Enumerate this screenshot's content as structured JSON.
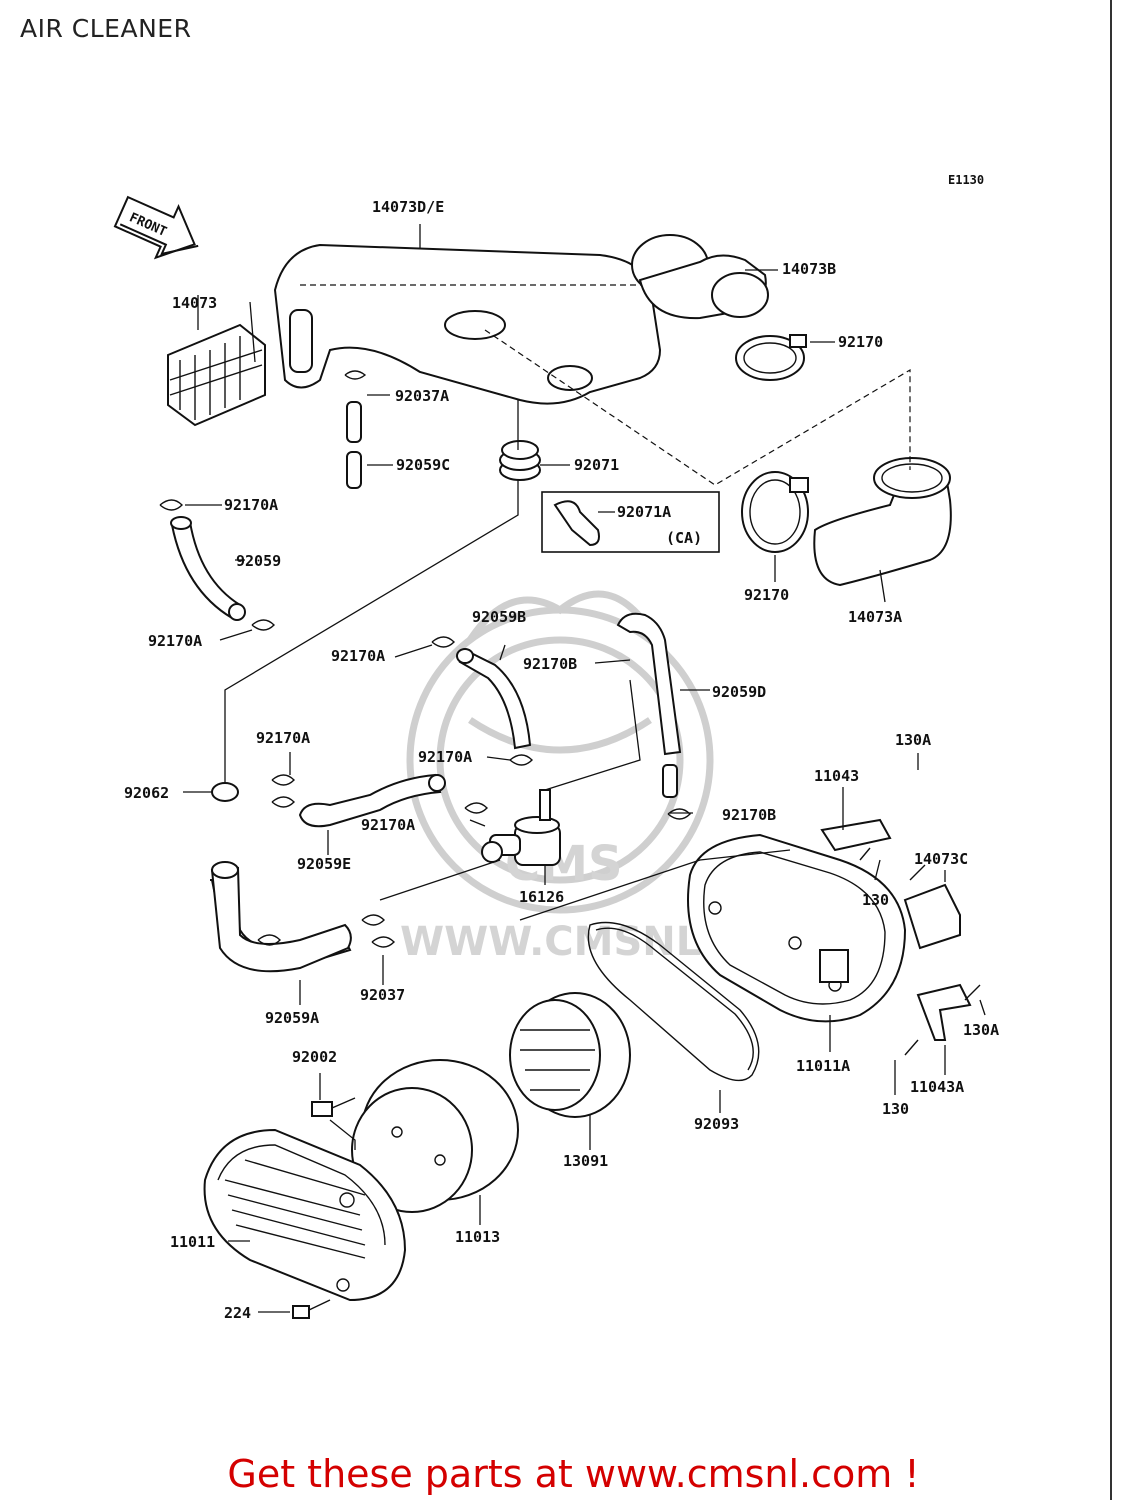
{
  "header": {
    "title": "AIR CLEANER"
  },
  "diagram": {
    "code": "E1130",
    "front_label": "FRONT",
    "watermark": {
      "url": "WWW.CMSNL.COM",
      "brand": "CMS"
    },
    "callouts": {
      "c14073DE": "14073D/E",
      "c14073B": "14073B",
      "c14073": "14073",
      "c92170_top": "92170",
      "c92037A": "92037A",
      "c92059C": "92059C",
      "c92071": "92071",
      "c92071A": "92071A",
      "cCA": "(CA)",
      "c92170A_1": "92170A",
      "c92059": "92059",
      "c92170A_2": "92170A",
      "c92170_mid": "92170",
      "c14073A": "14073A",
      "c92059B": "92059B",
      "c92170A_3": "92170A",
      "c92170B_1": "92170B",
      "c92059D": "92059D",
      "c92170A_4": "92170A",
      "c92170A_5": "92170A",
      "c92062": "92062",
      "c92170A_6": "92170A",
      "c92170B_2": "92170B",
      "c11043": "11043",
      "c130A_1": "130A",
      "c92059E": "92059E",
      "c16126": "16126",
      "c130_1": "130",
      "c14073C": "14073C",
      "c92059A": "92059A",
      "c92037": "92037",
      "c130A_2": "130A",
      "c11011A": "11011A",
      "c92002": "92002",
      "c11043A": "11043A",
      "c130_2": "130",
      "c92093": "92093",
      "c13091": "13091",
      "c11013": "11013",
      "c11011": "11011",
      "c224": "224"
    }
  },
  "footer": {
    "banner": "Get these parts at www.cmsnl.com !",
    "banner_color": "#d40000"
  }
}
